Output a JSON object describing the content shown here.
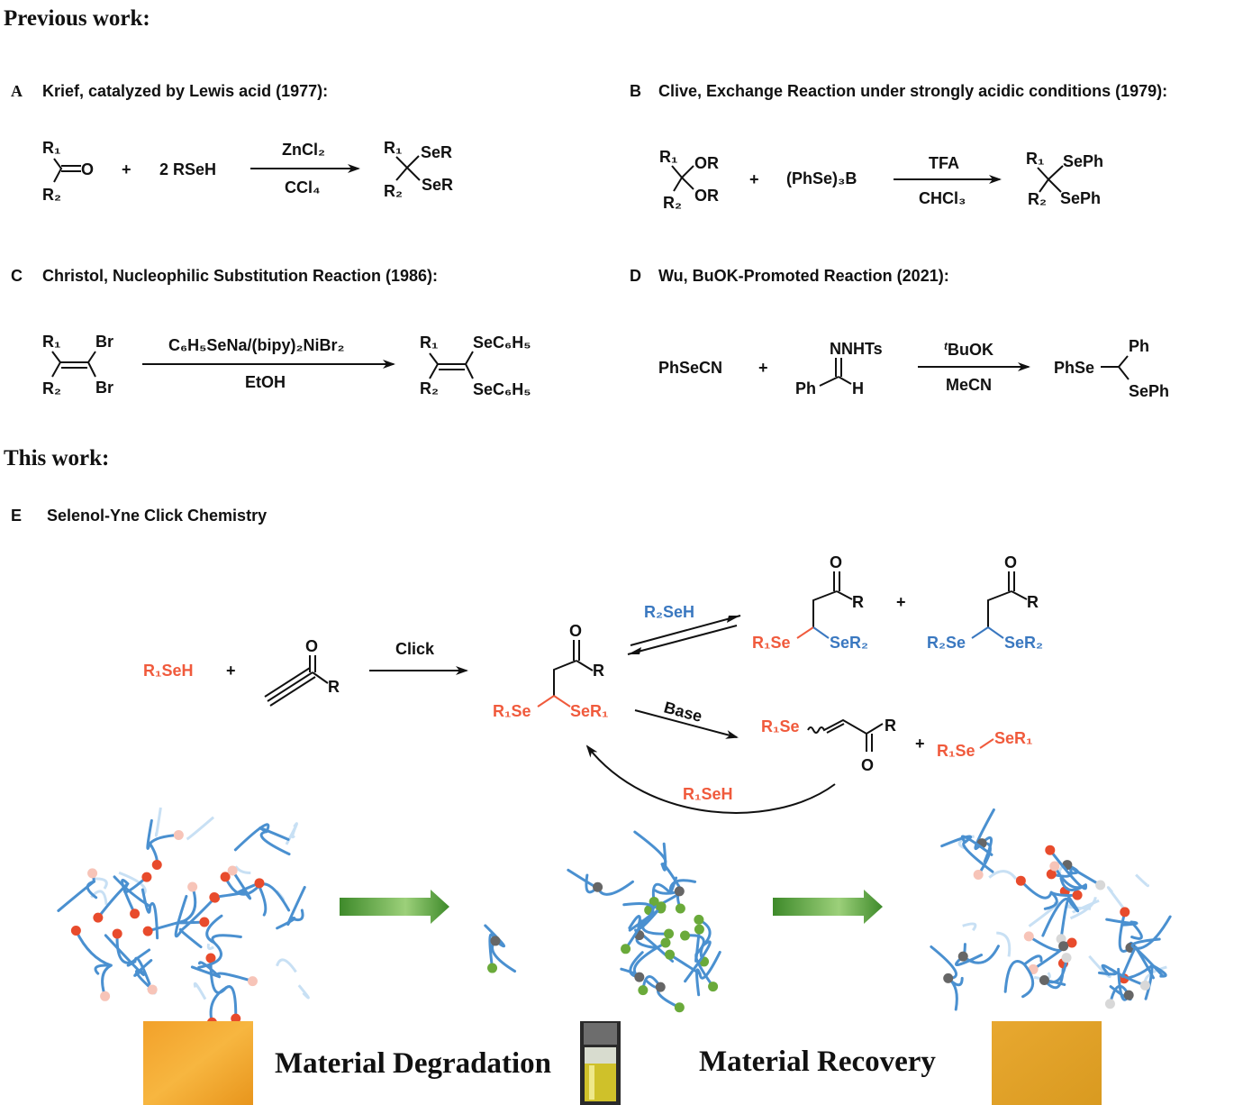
{
  "headings": {
    "previous": "Previous work:",
    "this": "This work:"
  },
  "colors": {
    "r1": "#f05a3c",
    "r2": "#3a78c0",
    "network": "#4a90d0",
    "active_dot": "#e84b2c",
    "free_dot": "#6aaa3a",
    "crosslink_dot": "#666666"
  },
  "A": {
    "letter": "A",
    "title": "Krief, catalyzed by Lewis acid (1977):",
    "r1": "R₁",
    "r2": "R₂",
    "o": "O",
    "plus": "+",
    "reagent": "2 RSeH",
    "above": "ZnCl₂",
    "below": "CCl₄",
    "p1": "SeR",
    "p2": "SeR"
  },
  "B": {
    "letter": "B",
    "title": "Clive, Exchange Reaction under strongly acidic conditions (1979):",
    "r1": "R₁",
    "r2": "R₂",
    "or1": "OR",
    "or2": "OR",
    "plus": "+",
    "reagent": "(PhSe)₃B",
    "above": "TFA",
    "below": "CHCl₃",
    "p1": "SePh",
    "p2": "SePh"
  },
  "C": {
    "letter": "C",
    "title": "Christol, Nucleophilic Substitution Reaction (1986):",
    "r1": "R₁",
    "r2": "R₂",
    "br1": "Br",
    "br2": "Br",
    "above": "C₆H₅SeNa/(bipy)₂NiBr₂",
    "below": "EtOH",
    "p1": "SeC₆H₅",
    "p2": "SeC₆H₅"
  },
  "D": {
    "letter": "D",
    "title": "Wu, BuOK-Promoted Reaction (2021):",
    "reagent1": "PhSeCN",
    "plus": "+",
    "nnhts": "NNHTs",
    "ph": "Ph",
    "h": "H",
    "above_sup": "t",
    "above": "BuOK",
    "below": "MeCN",
    "prod_phse": "PhSe",
    "prod_ph": "Ph",
    "prod_seph": "SePh"
  },
  "E": {
    "letter": "E",
    "title": "Selenol-Yne Click Chemistry",
    "r1seh": "R₁SeH",
    "plus": "+",
    "o": "O",
    "r": "R",
    "click": "Click",
    "r1se": "R₁Se",
    "ser1": "SeR₁",
    "r2seh": "R₂SeH",
    "ser2": "SeR₂",
    "r2se": "R₂Se",
    "base": "Base",
    "recycle": "R₁SeH"
  },
  "bottom": {
    "degradation": "Material Degradation",
    "recovery": "Material Recovery"
  }
}
